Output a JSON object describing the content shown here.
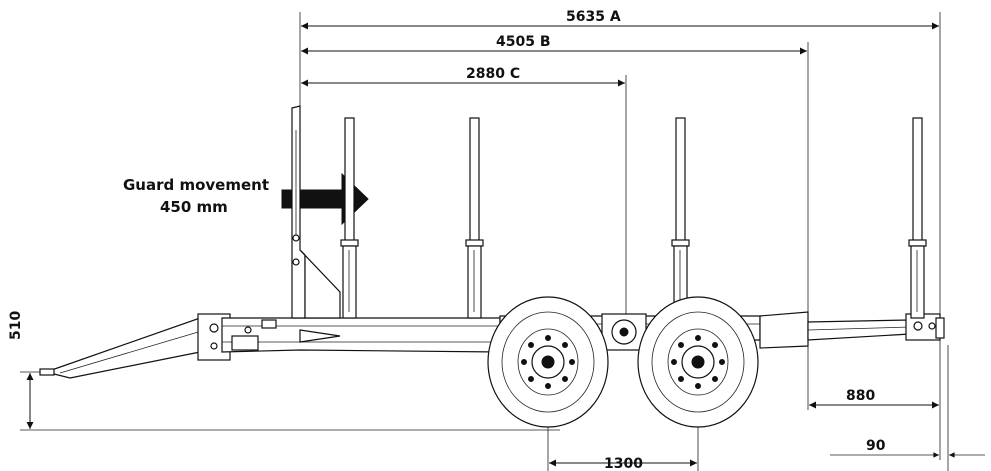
{
  "dimensions": {
    "overall_a": "5635 A",
    "overall_b": "4505 B",
    "overall_c": "2880 C",
    "wheelbase": "1300",
    "rear_overhang": "880",
    "rear_end": "90",
    "drawbar_height": "510"
  },
  "annotation": {
    "guard_line1": "Guard movement",
    "guard_line2": "450 mm"
  }
}
